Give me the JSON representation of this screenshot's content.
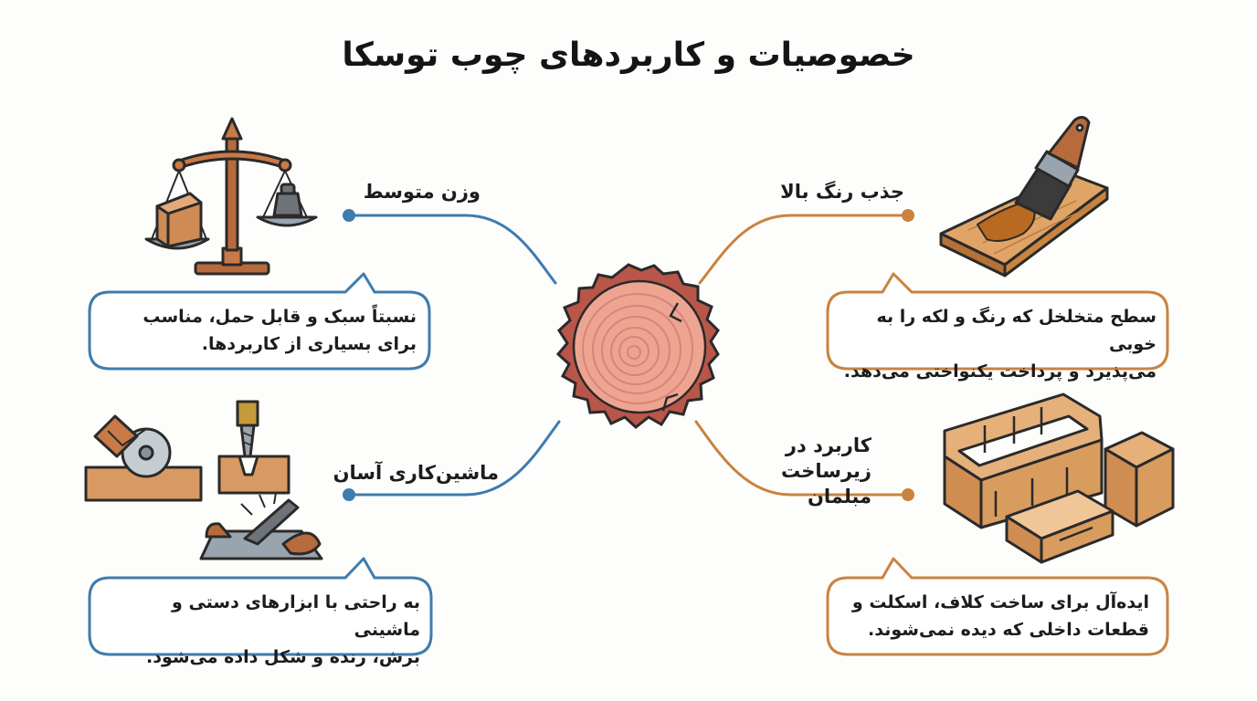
{
  "title": "خصوصیات و کاربردهای چوب توسکا",
  "colors": {
    "blue": "#3e7cae",
    "orange": "#c9833f",
    "wood": "#e9a78c",
    "dark": "#2a2a2a"
  },
  "features": [
    {
      "label_lines": [
        "وزن متوسط"
      ],
      "desc_lines": [
        "نسبتاً سبک و قابل حمل، مناسب",
        "برای بسیاری از کاربردها."
      ],
      "icon": "balance-scale-icon"
    },
    {
      "label_lines": [
        "جذب رنگ بالا"
      ],
      "desc_lines": [
        "سطح متخلخل که رنگ و لکه را به خوبی",
        "می‌پذیرد و پرداخت یکنواختی می‌دهد."
      ],
      "icon": "paintbrush-on-plank-icon"
    },
    {
      "label_lines": [
        "ماشین‌کاری آسان"
      ],
      "desc_lines": [
        "به راحتی با ابزارهای دستی و ماشینی",
        "برش، رنده و شکل داده می‌شود."
      ],
      "icon": "woodworking-tools-icon"
    },
    {
      "label_lines": [
        "کاربرد در",
        "زیرساخت مبلمان"
      ],
      "desc_lines": [
        "ایده‌آل برای ساخت کلاف، اسکلت و",
        "قطعات داخلی که دیده نمی‌شوند."
      ],
      "icon": "furniture-frame-icon"
    }
  ],
  "center_icon": "tree-log-cross-section-icon"
}
